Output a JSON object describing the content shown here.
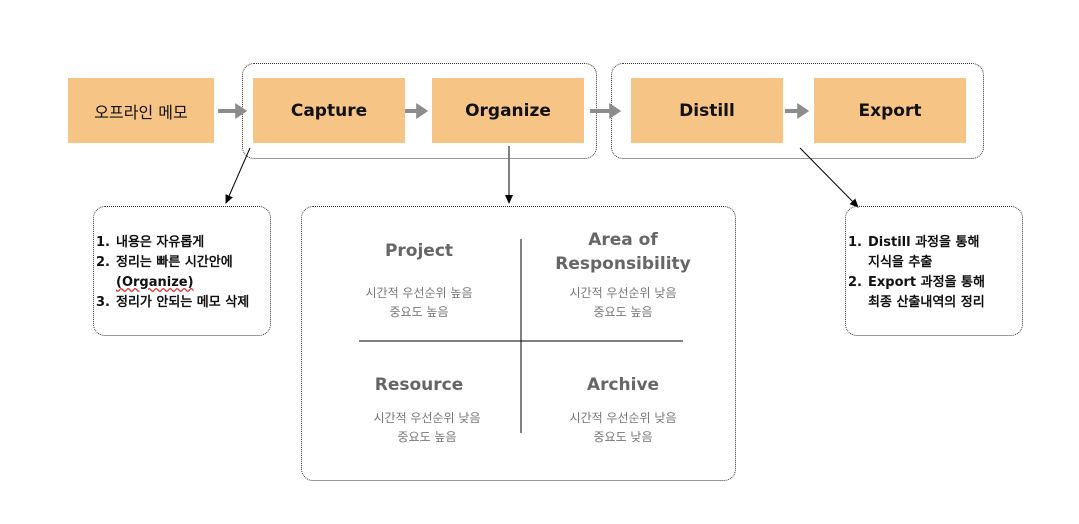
{
  "flow": {
    "offline_memo": "오프라인 메모",
    "capture": "Capture",
    "organize": "Organize",
    "distill": "Distill",
    "export": "Export"
  },
  "capture_note": {
    "items": [
      {
        "num": "1.",
        "text": "내용은 자유롭게"
      },
      {
        "num": "2.",
        "text": "정리는 빠른 시간안에",
        "text2": "(Organize)"
      },
      {
        "num": "3.",
        "text": "정리가 안되는 메모 삭제"
      }
    ]
  },
  "para": {
    "project": {
      "title": "Project",
      "line1": "시간적 우선순위 높음",
      "line2": "중요도 높음"
    },
    "area": {
      "title_line1": "Area of",
      "title_line2": "Responsibility",
      "line1": "시간적 우선순위 낮음",
      "line2": "중요도 높음"
    },
    "resource": {
      "title": "Resource",
      "line1": "시간적 우선순위 낮음",
      "line2": "중요도 높음"
    },
    "archive": {
      "title": "Archive",
      "line1": "시간적 우선순위 낮음",
      "line2": "중요도 낮음"
    }
  },
  "export_note": {
    "items": [
      {
        "num": "1.",
        "text": "Distill 과정을 통해",
        "text2": "지식을 추출"
      },
      {
        "num": "2.",
        "text": "Export 과정을 통해",
        "text2": "최종 산출내역의 정리"
      }
    ]
  },
  "colors": {
    "node_fill": "#f6c586",
    "arrow": "#8c8c8c",
    "border": "#333333"
  }
}
